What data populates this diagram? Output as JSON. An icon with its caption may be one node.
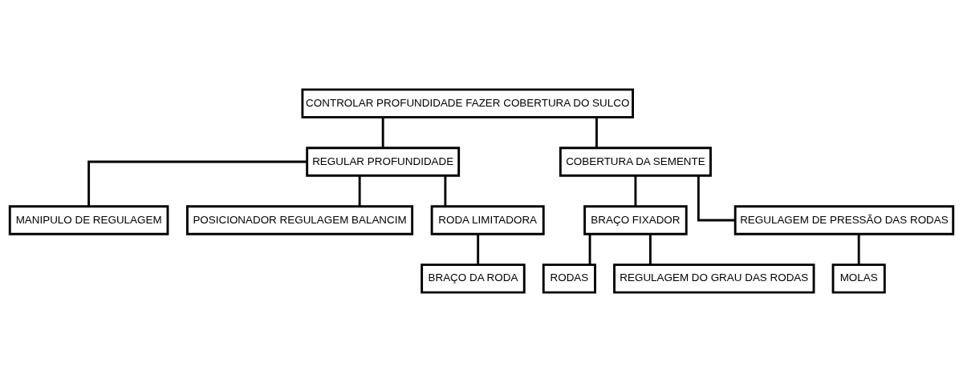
{
  "diagram": {
    "nodes": [
      {
        "text": [
          "CONTROLAR PROFUNDIDADE FAZER COBERTURA DO SULCO"
        ]
      },
      {
        "text": [
          "REGULAR PROFUNDIDADE"
        ]
      },
      {
        "text": [
          "COBERTURA DA SEMENTE"
        ]
      },
      {
        "text": [
          "MANIPULO DE REGULAGEM"
        ]
      },
      {
        "text": [
          "POSICIONADOR REGULAGEM BALANCIM"
        ]
      },
      {
        "text": [
          "RODA LIMITADORA"
        ]
      },
      {
        "text": [
          "BRAÇO DA RODA"
        ]
      },
      {
        "text": [
          "BRAÇO FIXADOR"
        ]
      },
      {
        "text": [
          "REGULAGEM DE PRESSÃO DAS RODAS"
        ]
      },
      {
        "text": [
          "RODAS"
        ]
      },
      {
        "text": [
          "REGULAGEM DO GRAU DAS RODAS"
        ]
      },
      {
        "text": [
          "MOLAS"
        ]
      }
    ],
    "edges": [
      {
        "from": 0,
        "to": 1,
        "arrow": "none"
      },
      {
        "from": 0,
        "to": 2,
        "arrow": "none"
      },
      {
        "from": 1,
        "to": 3,
        "arrow": "none"
      },
      {
        "from": 1,
        "to": 4,
        "arrow": "none"
      },
      {
        "from": 1,
        "to": 5,
        "arrow": "none"
      },
      {
        "from": 5,
        "to": 6,
        "arrow": "none"
      },
      {
        "from": 2,
        "to": 7,
        "arrow": "none"
      },
      {
        "from": 2,
        "to": 8,
        "arrow": "none"
      },
      {
        "from": 7,
        "to": 9,
        "arrow": "none"
      },
      {
        "from": 7,
        "to": 10,
        "arrow": "none"
      },
      {
        "from": 8,
        "to": 11,
        "arrow": "none"
      }
    ]
  }
}
